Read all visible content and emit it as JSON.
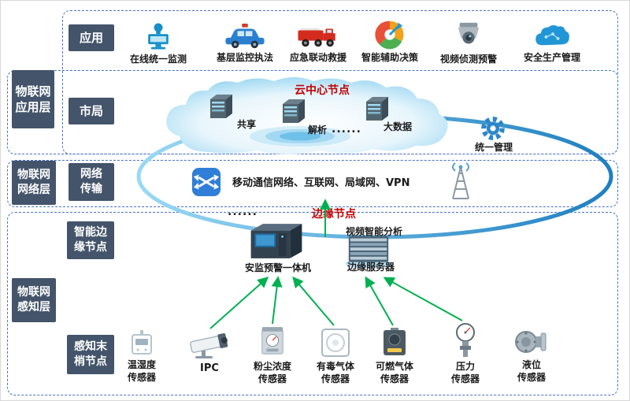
{
  "colors": {
    "label_bg": "#44546A",
    "dashed_border": "#4472C4",
    "accent_red": "#C00000",
    "arrow_green": "#00B050",
    "cloud_blue": "#58B8E6"
  },
  "layers": {
    "outer": [
      {
        "label": "物联网\n应用层"
      },
      {
        "label": "物联网\n网络层"
      },
      {
        "label": "物联网\n感知层"
      }
    ],
    "inner": [
      {
        "label": "应用"
      },
      {
        "label": "市局"
      },
      {
        "label": "网络\n传输"
      },
      {
        "label": "智能边\n缘节点"
      },
      {
        "label": "感知末\n梢节点"
      }
    ]
  },
  "applications": {
    "items": [
      {
        "label": "在线统一监测",
        "icon": "surveillance-camera-icon"
      },
      {
        "label": "基层监控执法",
        "icon": "police-car-icon"
      },
      {
        "label": "应急联动救援",
        "icon": "fire-truck-icon"
      },
      {
        "label": "智能辅助决策",
        "icon": "analytics-chart-icon"
      },
      {
        "label": "视频侦测预警",
        "icon": "dome-camera-icon"
      },
      {
        "label": "安全生产管理",
        "icon": "cloud-icon"
      }
    ]
  },
  "cloud": {
    "title": "云中心节点",
    "nodes": [
      {
        "label": "共享",
        "icon": "server-icon"
      },
      {
        "label": "解析",
        "icon": "server-icon"
      },
      {
        "label": "大数据",
        "icon": "server-icon"
      }
    ],
    "dots": "......",
    "management": {
      "label": "统一管理",
      "icon": "gear-icon"
    }
  },
  "network": {
    "text": "移动通信网络、互联网、局域网、VPN",
    "icons": [
      "switch-icon",
      "signal-tower-icon"
    ]
  },
  "edge": {
    "dots": "......",
    "title": "边缘节点",
    "machine_label": "安监预警一体机",
    "analysis_label": "视频智能分析",
    "server_label": "边缘服务器"
  },
  "sensors": {
    "items": [
      {
        "label": "温湿度\n传感器",
        "icon": "temp-humidity-sensor-icon"
      },
      {
        "label": "IPC",
        "icon": "ip-camera-icon"
      },
      {
        "label": "粉尘浓度\n传感器",
        "icon": "dust-sensor-icon"
      },
      {
        "label": "有毒气体\n传感器",
        "icon": "toxic-gas-sensor-icon"
      },
      {
        "label": "可燃气体\n传感器",
        "icon": "flammable-gas-sensor-icon"
      },
      {
        "label": "压力\n传感器",
        "icon": "pressure-sensor-icon"
      },
      {
        "label": "液位\n传感器",
        "icon": "level-sensor-icon"
      }
    ]
  }
}
